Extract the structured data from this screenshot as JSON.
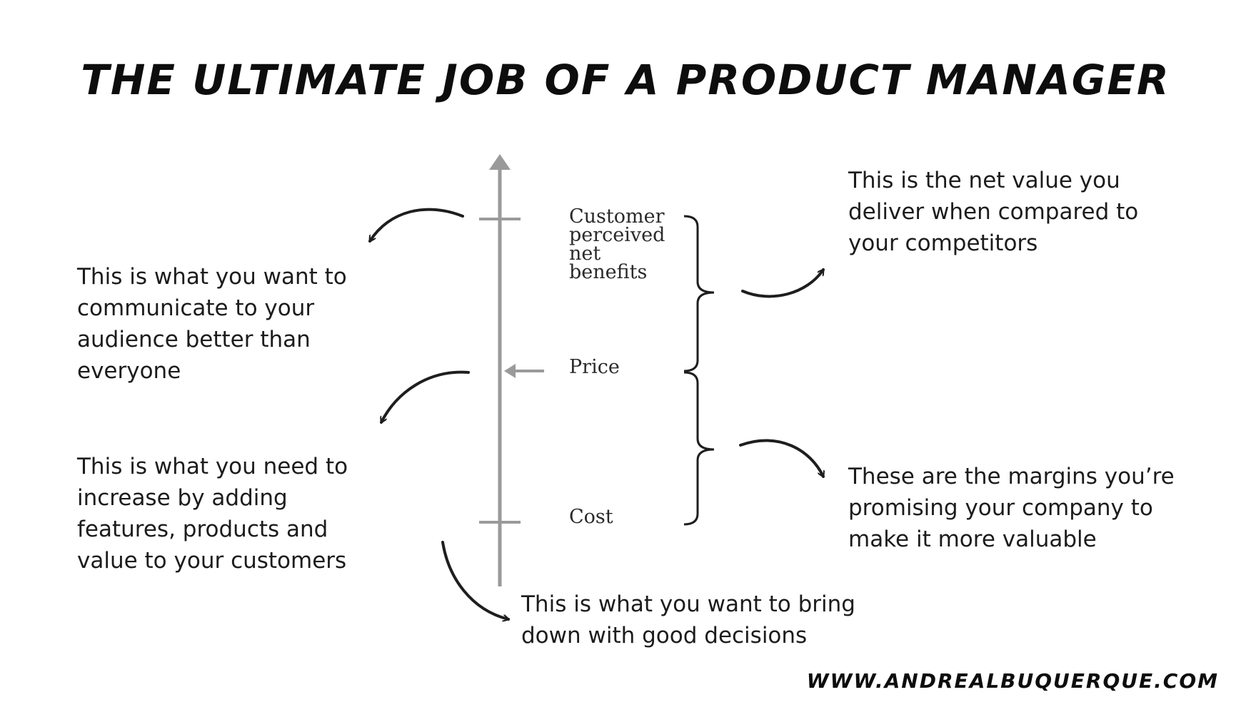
{
  "title": "THE ULTIMATE JOB OF A PRODUCT MANAGER",
  "axis": {
    "labels": {
      "benefits": [
        "Customer",
        "perceived",
        "net",
        "benefits"
      ],
      "price": "Price",
      "cost": "Cost"
    }
  },
  "notes": {
    "communicate": [
      "This is what you want to",
      "communicate to your",
      "audience better than",
      "everyone"
    ],
    "increase": [
      "This is what you need to",
      "increase by adding",
      "features, products and",
      "value to your customers"
    ],
    "bring_down": [
      "This is what you want to bring",
      "down with good decisions"
    ],
    "net_value": [
      "This is the net value you",
      "deliver when compared to",
      "your competitors"
    ],
    "margins": [
      "These are the margins you’re",
      "promising your company to",
      "make it more valuable"
    ]
  },
  "footer": "WWW.ANDREALBUQUERQUE.COM",
  "colors": {
    "axis": "#9a9a9a",
    "arrow": "#1e1e1e",
    "text": "#1c1c1c"
  }
}
